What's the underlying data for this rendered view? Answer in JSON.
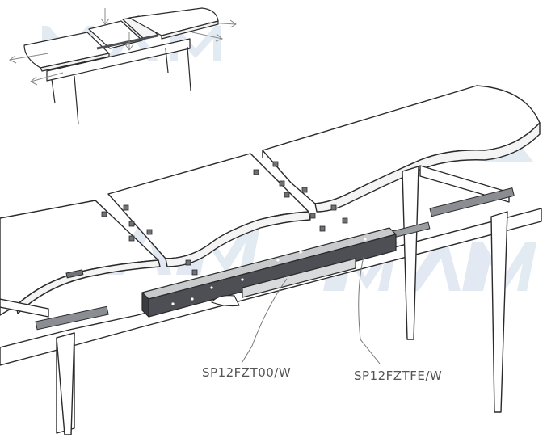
{
  "labels": {
    "mechanism_left": "SP12FZT00/W",
    "mechanism_right": "SP12FZTFE/W"
  },
  "watermark": "MAM",
  "colors": {
    "outline": "#2a2a2a",
    "tabletop_fill": "#ffffff",
    "watermark": "#dde6f0",
    "mechanism_dark": "#4d4f54",
    "mechanism_light": "#c9cacc",
    "hardware": "#8a8d92",
    "leader_line": "#777777"
  },
  "icons": [
    "expand-arrow-icon",
    "insert-arrow-icon"
  ]
}
